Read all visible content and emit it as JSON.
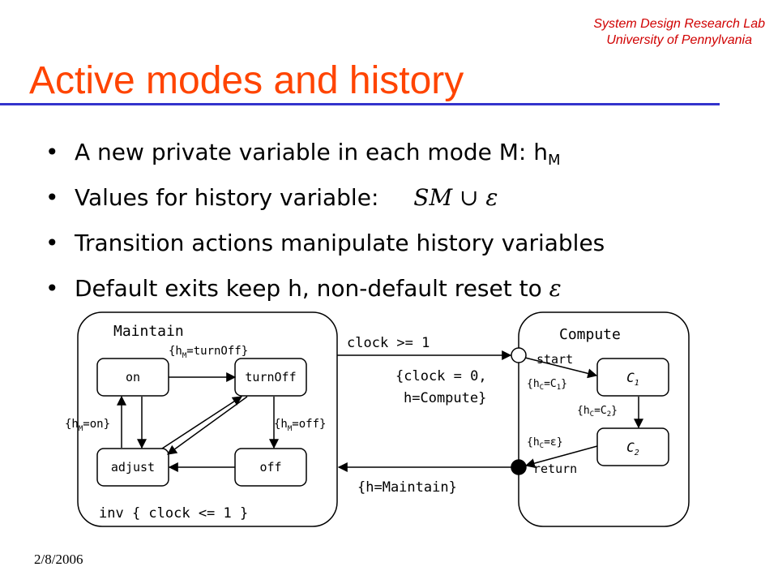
{
  "header": {
    "lab": "System Design Research Lab",
    "university": "University of Pennylvania",
    "title": "Active modes and history"
  },
  "bullets": [
    {
      "text": "A new private variable in each mode M: h",
      "sub": "M"
    },
    {
      "text": "Values for history variable:",
      "math": "SM ∪ ε"
    },
    {
      "text": "Transition actions manipulate history variables"
    },
    {
      "text": "Default exits keep h, non-default reset to ",
      "math": "ε"
    }
  ],
  "diagram": {
    "maintain": {
      "label": "Maintain",
      "invariant": "inv { clock <= 1 }",
      "modes": {
        "on": "on",
        "turnOff": "turnOff",
        "adjust": "adjust",
        "off": "off"
      },
      "annotations": {
        "turnOff_main": "{h",
        "turnOff_sub": "M",
        "turnOff_rest": "=turnOff}",
        "on_main": "{h",
        "on_sub": "M",
        "on_rest": "=on}",
        "off_main": "{h",
        "off_sub": "M",
        "off_rest": "=off}"
      }
    },
    "compute": {
      "label": "Compute",
      "modes": {
        "c1": "C",
        "c1_sub": "1",
        "c2": "C",
        "c2_sub": "2"
      },
      "start": "start",
      "return": "return",
      "annotations": {
        "hc1_a": "{h",
        "hc1_b": "C",
        "hc1_c": "=C",
        "hc1_d": "1",
        "hc1_e": "}",
        "hc2_a": "{h",
        "hc2_b": "C",
        "hc2_c": "=C",
        "hc2_d": "2",
        "hc2_e": "}",
        "hce_a": "{h",
        "hce_b": "C",
        "hce_c": "=ε}"
      }
    },
    "transitions": {
      "guard": "clock >= 1",
      "action_line1": "{clock = 0,",
      "action_line2": "h=Compute}",
      "return_action": "{h=Maintain}"
    }
  },
  "footer": {
    "date": "2/8/2006"
  }
}
